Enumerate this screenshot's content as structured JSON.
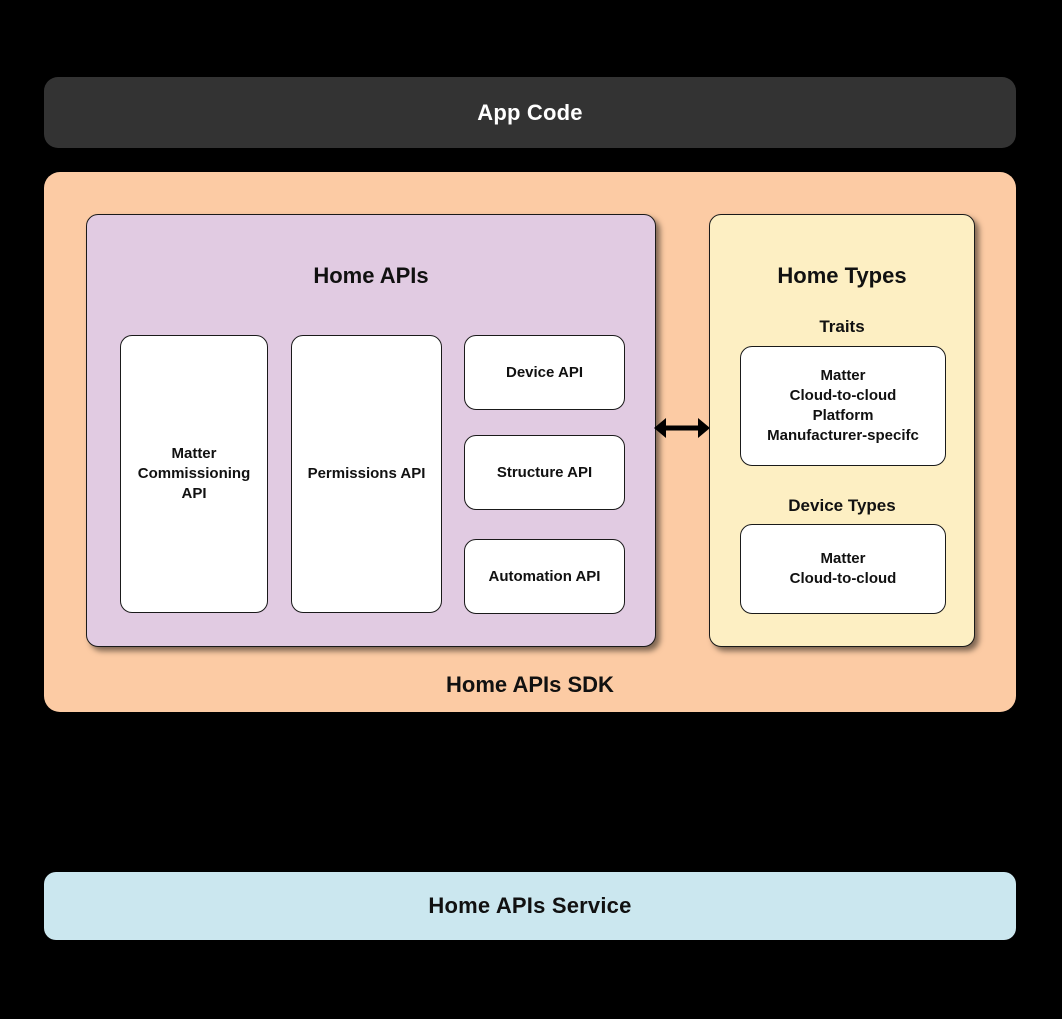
{
  "colors": {
    "background": "#000000",
    "app_code_bg": "#333333",
    "sdk_bg": "#FCCBA4",
    "home_apis_bg": "#E1CBE2",
    "home_types_bg": "#FDEFC3",
    "service_bg": "#CBE7EF",
    "card_bg": "#FFFFFF",
    "border": "#1A1A1A",
    "arrow": "#000000",
    "title_light": "#FFFFFF",
    "title_dark": "#111111"
  },
  "app_code": {
    "label": "App Code"
  },
  "sdk": {
    "label": "Home APIs SDK",
    "home_apis": {
      "title": "Home APIs",
      "matter_commissioning": "Matter\nCommissioning\nAPI",
      "permissions": "Permissions API",
      "device": "Device API",
      "structure": "Structure API",
      "automation": "Automation API"
    },
    "home_types": {
      "title": "Home Types",
      "traits_label": "Traits",
      "traits_items": "Matter\nCloud-to-cloud\nPlatform\nManufacturer-specifc",
      "device_types_label": "Device Types",
      "device_types_items": "Matter\nCloud-to-cloud"
    }
  },
  "service": {
    "label": "Home APIs Service"
  }
}
